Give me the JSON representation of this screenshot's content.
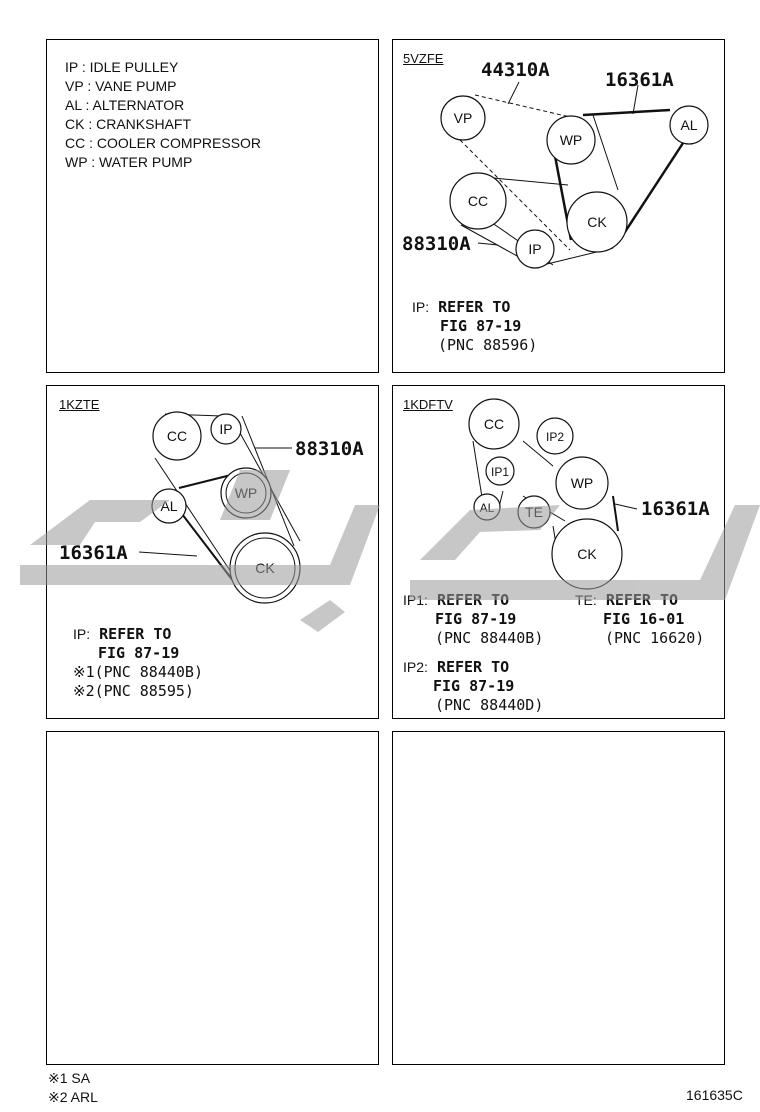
{
  "legend": [
    "IP : IDLE PULLEY",
    "VP : VANE PUMP",
    "AL : ALTERNATOR",
    "CK : CRANKSHAFT",
    "CC : COOLER COMPRESSOR",
    "WP : WATER PUMP"
  ],
  "panels": {
    "v5vzfe": {
      "tag": "5VZFE",
      "parts": [
        "44310A",
        "16361A",
        "88310A"
      ],
      "pulleys": [
        "VP",
        "WP",
        "AL",
        "CC",
        "CK",
        "IP"
      ],
      "note": {
        "prefix": "IP:",
        "line1": "REFER TO",
        "line2": "FIG 87-19",
        "line3": "(PNC 88596)"
      }
    },
    "k1kzte": {
      "tag": "1KZTE",
      "parts": [
        "88310A",
        "16361A"
      ],
      "pulleys": [
        "CC",
        "IP",
        "AL",
        "WP",
        "CK"
      ],
      "note": {
        "prefix": "IP:",
        "line1": "REFER TO",
        "line2": "FIG 87-19",
        "line3": "※1(PNC 88440B)",
        "line4": "※2(PNC 88595)"
      }
    },
    "k1kdftv": {
      "tag": "1KDFTV",
      "parts": [
        "16361A"
      ],
      "pulleys": [
        "CC",
        "IP2",
        "IP1",
        "WP",
        "AL",
        "TE",
        "CK"
      ],
      "note_ip1": {
        "prefix": "IP1:",
        "line1": "REFER TO",
        "line2": "FIG 87-19",
        "line3": "(PNC 88440B)"
      },
      "note_te": {
        "prefix": "TE:",
        "line1": "REFER TO",
        "line2": "FIG 16-01",
        "line3": "(PNC 16620)"
      },
      "note_ip2": {
        "prefix": "IP2:",
        "line1": "REFER TO",
        "line2": "FIG 87-19",
        "line3": "(PNC 88440D)"
      }
    }
  },
  "footnotes": [
    "※1 SA",
    "※2 ARL"
  ],
  "figure_id": "161635C"
}
